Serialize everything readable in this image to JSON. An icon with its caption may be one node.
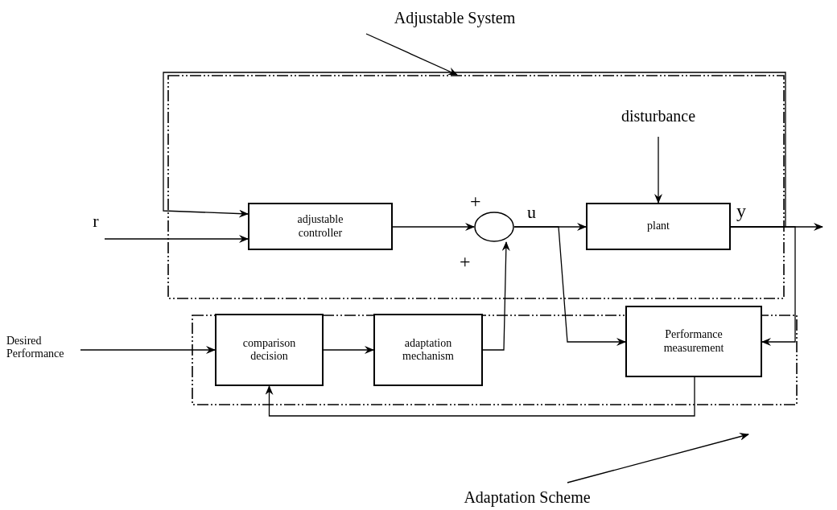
{
  "diagram": {
    "nodes": [
      {
        "text": [
          "Adjustable System"
        ]
      },
      {
        "text": [],
        "shape": "box"
      },
      {
        "text": [
          "disturbance"
        ],
        "in": 1
      },
      {
        "text": [
          "r"
        ]
      },
      {
        "text": [
          "adjustable controller"
        ],
        "in": 1
      },
      {
        "text": [],
        "shape": "circle",
        "in": 1
      },
      {
        "text": [
          "plant"
        ],
        "in": 1
      },
      {
        "text": [
          "Desired Performance"
        ]
      },
      {
        "text": [],
        "shape": "box"
      },
      {
        "text": [
          "comparison decision"
        ],
        "in": 8
      },
      {
        "text": [
          "adaptation mechanism"
        ],
        "in": 8
      },
      {
        "text": [
          "Performance measurement"
        ]
      },
      {
        "text": [
          "Adaptation Scheme"
        ]
      }
    ],
    "edges": [
      {
        "from": 0,
        "to": 1,
        "arrow": "to"
      },
      {
        "from": 3,
        "to": 4,
        "arrow": "to"
      },
      {
        "from": 2,
        "to": 6,
        "arrow": "to"
      },
      {
        "from": 4,
        "to": 5,
        "arrow": "to"
      },
      {
        "from": 5,
        "to": 6,
        "arrow": "to"
      },
      {
        "from": 6,
        "to": null,
        "arrow": "to"
      },
      {
        "from": 6,
        "to": 4,
        "arrow": "to"
      },
      {
        "from": 6,
        "to": 11,
        "arrow": "to"
      },
      {
        "from": 5,
        "to": 11,
        "arrow": "to"
      },
      {
        "from": 7,
        "to": 9,
        "arrow": "to"
      },
      {
        "from": 9,
        "to": 10,
        "arrow": "to"
      },
      {
        "from": 10,
        "to": 5,
        "arrow": "to"
      },
      {
        "from": 11,
        "to": 9,
        "arrow": "to"
      },
      {
        "from": 12,
        "to": 8,
        "arrow": "to"
      }
    ],
    "labels": [
      "+",
      "u",
      "y",
      "+"
    ]
  }
}
